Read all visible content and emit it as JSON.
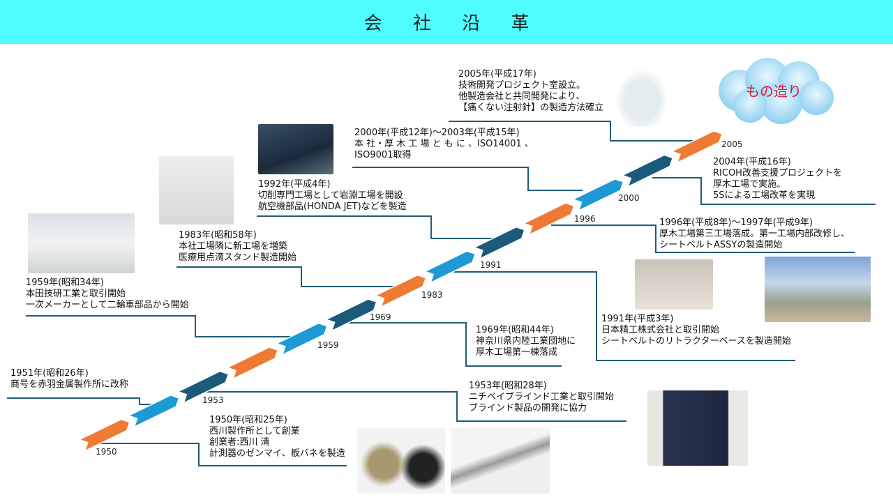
{
  "title": "会 社 沿 革",
  "cloud_text": "もの造り",
  "years": [
    "1950",
    "1953",
    "1959",
    "1969",
    "1983",
    "1991",
    "1996",
    "2000",
    "2005"
  ],
  "events": [
    {
      "id": "2005",
      "lines": [
        "2005年(平成17年)",
        "技術開発プロジェクト室設立。",
        "他製造会社と共同開発により、",
        "【痛くない注射針】の製造方法確立"
      ]
    },
    {
      "id": "2000",
      "lines": [
        "2000年(平成12年)～2003年(平成15年)",
        "本 社・厚 木 工 場 と も に 、ISO14001 、",
        "ISO9001取得"
      ]
    },
    {
      "id": "2004",
      "lines": [
        "2004年(平成16年)",
        "RICOH改善支援プロジェクトを",
        "厚木工場で実施。",
        "5Sによる工場改革を実現"
      ]
    },
    {
      "id": "1992",
      "lines": [
        "1992年(平成4年)",
        "切削専門工場として岩淵工場を開設",
        "航空機部品(HONDA JET)などを製造"
      ]
    },
    {
      "id": "1996",
      "lines": [
        "1996年(平成8年)～1997年(平成9年)",
        "厚木工場第三工場落成。第一工場内部改修し、",
        "シートベルトASSYの製造開始"
      ]
    },
    {
      "id": "1983",
      "lines": [
        "1983年(昭和58年)",
        "本社工場隣に新工場を増築",
        "医療用点滴スタンド製造開始"
      ]
    },
    {
      "id": "1959",
      "lines": [
        "1959年(昭和34年)",
        "本田技研工業と取引開始",
        "一次メーカーとして二輪車部品から開始"
      ]
    },
    {
      "id": "1969",
      "lines": [
        "1969年(昭和44年)",
        "神奈川県内陸工業団地に",
        "厚木工場第一棟落成"
      ]
    },
    {
      "id": "1991",
      "lines": [
        "1991年(平成3年)",
        "日本精工株式会社と取引開始",
        "シートベルトのリトラクターベースを製造開始"
      ]
    },
    {
      "id": "1953",
      "lines": [
        "1953年(昭和28年)",
        "ニチベイブラインド工業と取引開始",
        "ブラインド製品の開発に協力"
      ]
    },
    {
      "id": "1951",
      "lines": [
        "1951年(昭和26年)",
        "商号を赤羽金属製作所に改称"
      ]
    },
    {
      "id": "1950",
      "lines": [
        "1950年(昭和25年)",
        "西川製作所として創業",
        "創業者:西川 清",
        "計測器のゼンマイ、板バネを製造"
      ]
    }
  ],
  "colors": {
    "orange": "#ee7a33",
    "light_blue": "#1d9ad6",
    "dark_blue": "#1c5a7c",
    "line": "#1f5c78",
    "header": "#4ffcff"
  },
  "segment_colors": [
    "orange",
    "light_blue",
    "dark_blue",
    "orange",
    "light_blue",
    "dark_blue",
    "orange",
    "light_blue",
    "dark_blue",
    "orange",
    "light_blue",
    "dark_blue",
    "orange"
  ]
}
